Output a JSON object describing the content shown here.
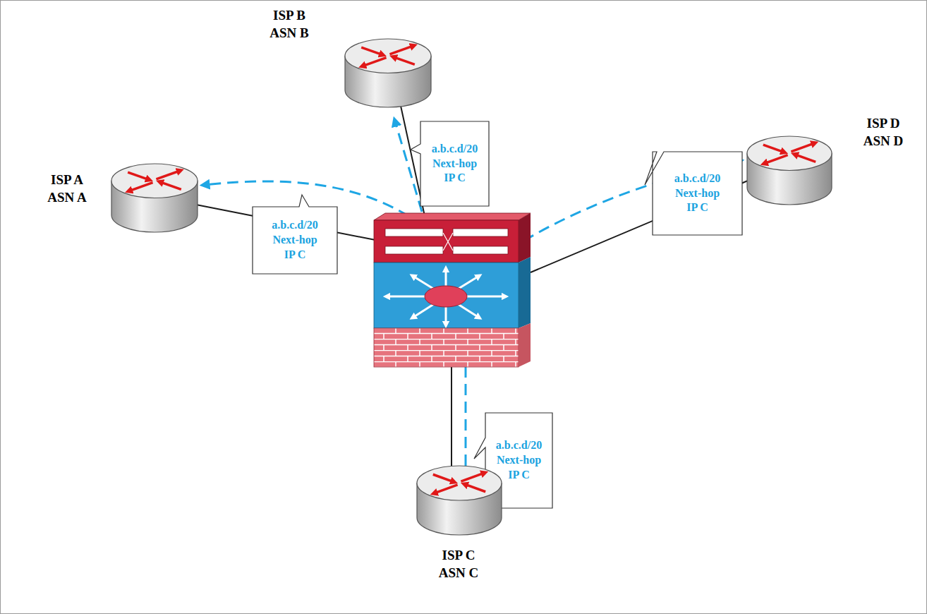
{
  "diagram": {
    "nodes": [
      {
        "text": [
          "ISP B",
          "ASN B"
        ]
      },
      {
        "text": [
          "a.b.c.d/20 Next-hop IP C"
        ]
      },
      {
        "text": [
          "ISP D",
          "ASN D"
        ]
      },
      {
        "text": [
          "a.b.c.d/20 Next-hop IP C"
        ]
      },
      {
        "text": [
          "ISP A",
          "ASN A"
        ]
      },
      {
        "text": [
          "a.b.c.d/20 Next-hop IP C"
        ]
      },
      {
        "text": [
          "a.b.c.d/20 Next-hop IP C"
        ]
      },
      {
        "text": [
          "ISP C",
          "ASN C"
        ]
      }
    ]
  }
}
